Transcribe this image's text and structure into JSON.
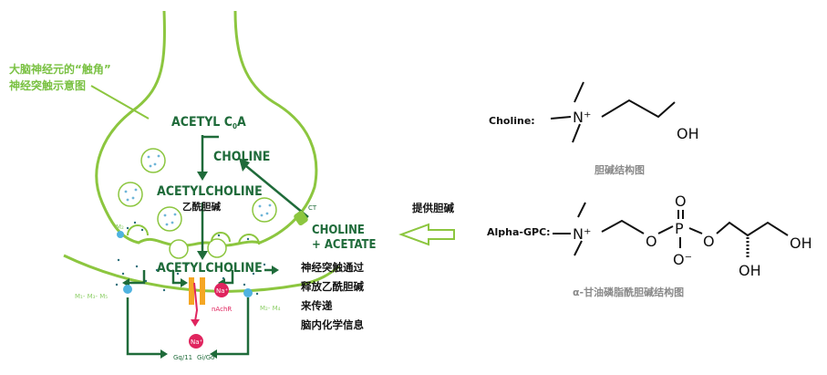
{
  "diagram": {
    "caption_line1": "大脑神经元的“触角”",
    "caption_line2": "神经突触示意图",
    "labels": {
      "acetyl_coa_main": "ACETYL C",
      "acetyl_coa_sub": "0",
      "acetyl_coa_end": "A",
      "choline": "CHOLINE",
      "acetylcholine_top": "ACETYLCHOLINE",
      "acetylcholine_cn": "乙酰胆碱",
      "acetylcholine_bottom": "ACETYLCHOLINE",
      "ct": "CT",
      "choline_acetate_1": "CHOLINE",
      "choline_acetate_2": "+ ACETATE",
      "na_top": "Na⁺",
      "na_bottom": "Na⁺",
      "nachr": "nAchR",
      "m2": "M₂",
      "m1m3m5": "M₁- M₃- M₅",
      "m2m4": "M₂- M₄",
      "gq11": "Gq/11",
      "gigo": "Gi/Go"
    },
    "annotation_lines": [
      "神经突触通过",
      "释放乙酰胆碱",
      "来传递",
      "脑内化学信息"
    ],
    "arrow_label": "提供胆碱"
  },
  "choline": {
    "label": "Choline:",
    "caption": "胆碱结构图",
    "n_plus": "N⁺",
    "oh": "OH"
  },
  "alpha_gpc": {
    "label": "Alpha-GPC:",
    "caption": "α-甘油磷脂酰胆碱结构图",
    "n_plus": "N⁺",
    "o1": "O",
    "p": "P",
    "o_top": "O",
    "o_minus": "O⁻",
    "o2": "O",
    "oh1": "OH",
    "oh2": "OH"
  },
  "colors": {
    "light_green": "#8cc63f",
    "dark_green": "#1f6b3a",
    "caption_green": "#7ac143",
    "receptor_blue": "#4fb3e0",
    "na_red": "#e0245e",
    "channel_orange": "#f5a623"
  }
}
